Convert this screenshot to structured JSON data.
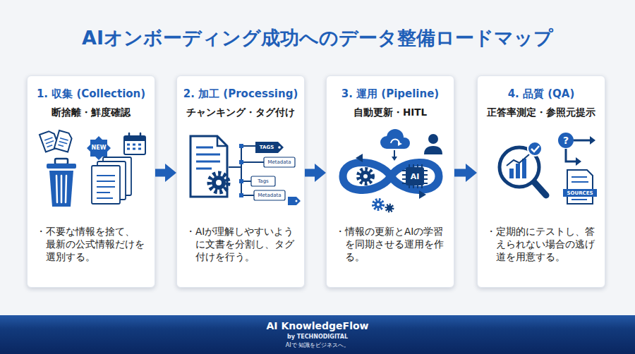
{
  "diagram": {
    "title": "AIオンボーディング成功へのデータ整備ロードマップ",
    "nodes": [
      {
        "text": [
          "1. 収集 (Collection)",
          "断捨離・鮮度確認",
          "・不要な情報を捨て、 最新の公式情報だけを 選別する。"
        ]
      },
      {
        "text": [
          "2. 加工 (Processing)",
          "チャンキング・タグ付け",
          "・AIが理解しやすいよう に文書を分割し、タグ 付けを行う。"
        ]
      },
      {
        "text": [
          "3. 運用 (Pipeline)",
          "自動更新・HITL",
          "・情報の更新とAIの学習 を同期させる運用を作 る。"
        ]
      },
      {
        "text": [
          "4. 品質 (QA)",
          "正答率測定・参照元提示",
          "・定期的にテストし、答 えられない場合の逃げ 道を用意する。"
        ]
      },
      {
        "text": [
          "AI KnowledgeFlow",
          "by TECHNODIGITAL",
          "AIで 知識をビジネスへ。"
        ]
      }
    ],
    "edges": [
      {
        "from": 0,
        "to": 1,
        "arrow": "to"
      },
      {
        "from": 1,
        "to": 2,
        "arrow": "to"
      },
      {
        "from": 2,
        "to": 3,
        "arrow": "to"
      }
    ],
    "labels": [
      "NEW",
      "TAGS",
      "Metadata",
      "Tags",
      "Metadata",
      "AI",
      "?",
      "SOURCES"
    ]
  }
}
